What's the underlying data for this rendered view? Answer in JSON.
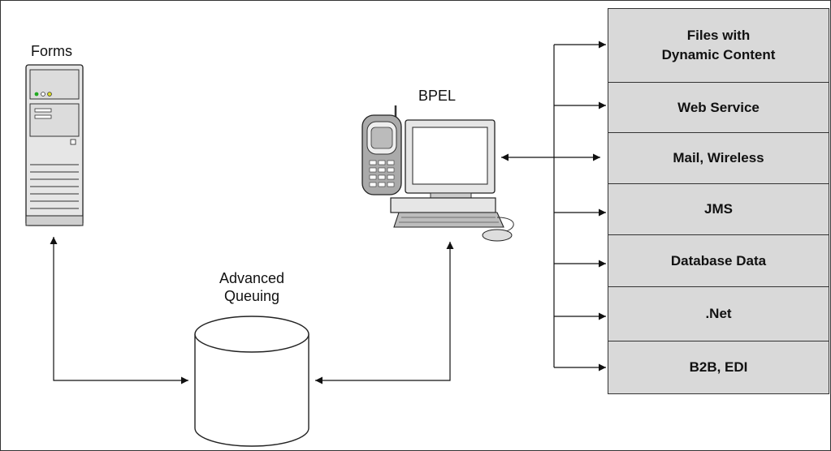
{
  "labels": {
    "forms": "Forms",
    "bpel": "BPEL",
    "aq_line1": "Advanced",
    "aq_line2": "Queuing"
  },
  "targets": [
    {
      "line1": "Files with",
      "line2": "Dynamic Content"
    },
    {
      "line1": "Web Service"
    },
    {
      "line1": "Mail, Wireless"
    },
    {
      "line1": "JMS"
    },
    {
      "line1": "Database Data"
    },
    {
      "line1": ".Net"
    },
    {
      "line1": "B2B, EDI"
    }
  ],
  "colors": {
    "box_fill": "#d9d9d9",
    "line": "#111111",
    "frame": "#333333"
  },
  "icons": {
    "forms": "server-tower-icon",
    "bpel": "desktop-computer-icon",
    "phone": "mobile-phone-icon",
    "queue": "database-cylinder-icon"
  }
}
